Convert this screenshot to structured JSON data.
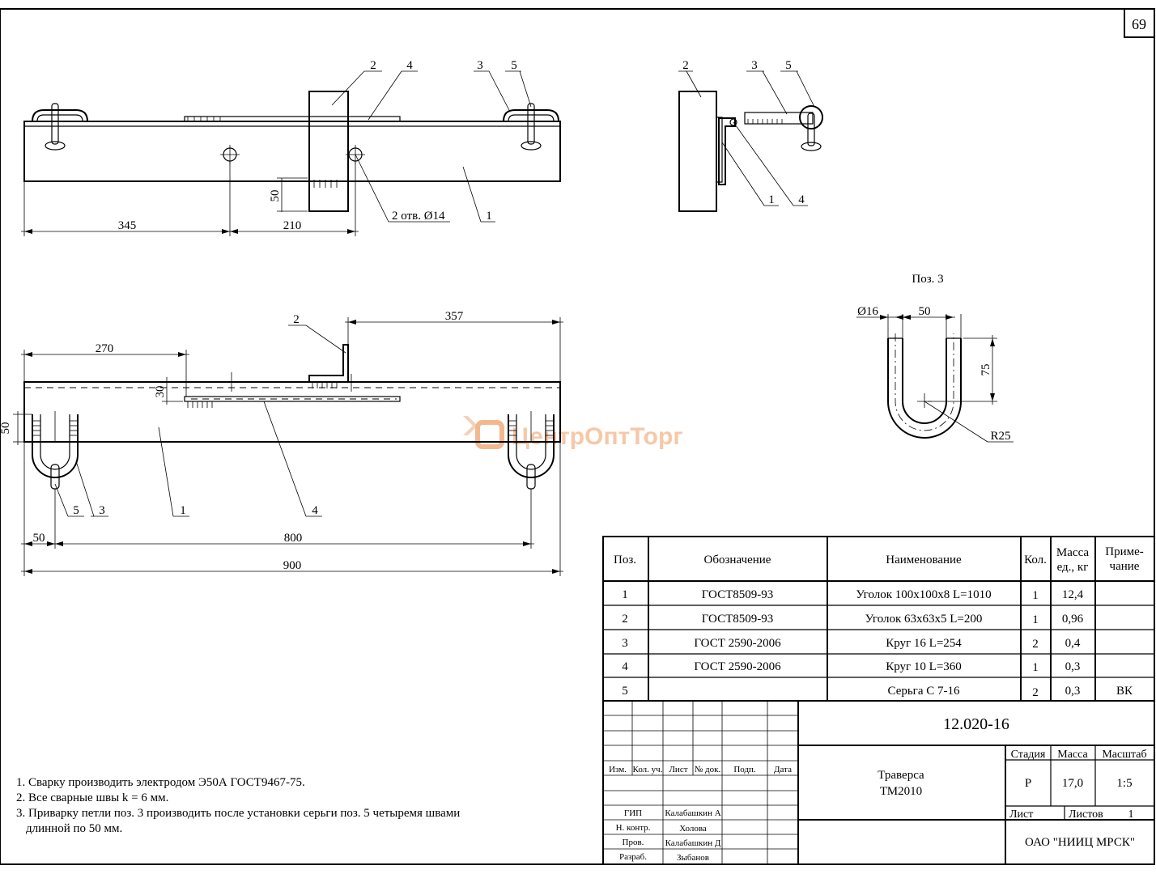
{
  "sheet_number": "69",
  "watermark": "ЦентрОптТорг",
  "view_top": {
    "callouts": [
      "2",
      "4",
      "3",
      "5",
      "1"
    ],
    "hole_note": "2 отв. Ø14",
    "dims": {
      "d345": "345",
      "d210": "210",
      "d50": "50"
    }
  },
  "view_side": {
    "callouts": [
      "2",
      "3",
      "5",
      "1",
      "4"
    ]
  },
  "view_plan": {
    "callouts": [
      "2",
      "5",
      "3",
      "1",
      "4"
    ],
    "dims": {
      "d270": "270",
      "d357": "357",
      "d30": "30",
      "d50": "50",
      "d50b": "50",
      "d800": "800",
      "d900": "900"
    }
  },
  "detail_pos3": {
    "title": "Поз. 3",
    "dims": {
      "dia": "Ø16",
      "width": "50",
      "height": "75",
      "radius": "R25"
    }
  },
  "spec_table": {
    "headers": {
      "pos": "Поз.",
      "designation": "Обозначение",
      "name": "Наименование",
      "qty": "Кол.",
      "mass_l1": "Масса",
      "mass_l2": "ед., кг",
      "note_l1": "Приме-",
      "note_l2": "чание"
    },
    "rows": [
      {
        "pos": "1",
        "designation": "ГОСТ8509-93",
        "name": "Уголок 100x100x8 L=1010",
        "qty": "1",
        "mass": "12,4",
        "note": ""
      },
      {
        "pos": "2",
        "designation": "ГОСТ8509-93",
        "name": "Уголок 63x63x5 L=200",
        "qty": "1",
        "mass": "0,96",
        "note": ""
      },
      {
        "pos": "3",
        "designation": "ГОСТ 2590-2006",
        "name": "Круг 16 L=254",
        "qty": "2",
        "mass": "0,4",
        "note": ""
      },
      {
        "pos": "4",
        "designation": "ГОСТ 2590-2006",
        "name": "Круг 10 L=360",
        "qty": "1",
        "mass": "0,3",
        "note": ""
      },
      {
        "pos": "5",
        "designation": "",
        "name": "Серьга С 7-16",
        "qty": "2",
        "mass": "0,3",
        "note": "ВК"
      }
    ]
  },
  "title_block": {
    "doc_code": "12.020-16",
    "title_l1": "Траверса",
    "title_l2": "ТМ2010",
    "stage_label": "Стадия",
    "mass_label": "Масса",
    "scale_label": "Масштаб",
    "stage": "Р",
    "mass": "17,0",
    "scale": "1:5",
    "sheet_label": "Лист",
    "sheets_label": "Листов",
    "sheets": "1",
    "org": "ОАО \"НИИЦ МРСК\"",
    "col_headers": [
      "Изм.",
      "Кол. уч.",
      "Лист",
      "№ док.",
      "Подп.",
      "Дата"
    ],
    "roles": [
      {
        "role": "ГИП",
        "name": "Калабашкин А"
      },
      {
        "role": "Н. контр.",
        "name": "Холова"
      },
      {
        "role": "Пров.",
        "name": "Калабашкин Д"
      },
      {
        "role": "Разраб.",
        "name": "Зыбанов"
      }
    ]
  },
  "notes": [
    "1. Сварку производить электродом Э50А ГОСТ9467-75.",
    "2. Все сварные швы k  = 6 мм.",
    "3. Приварку петли  поз. 3 производить после установки серьги поз. 5 четыремя швами",
    "длинной по 50 мм."
  ]
}
